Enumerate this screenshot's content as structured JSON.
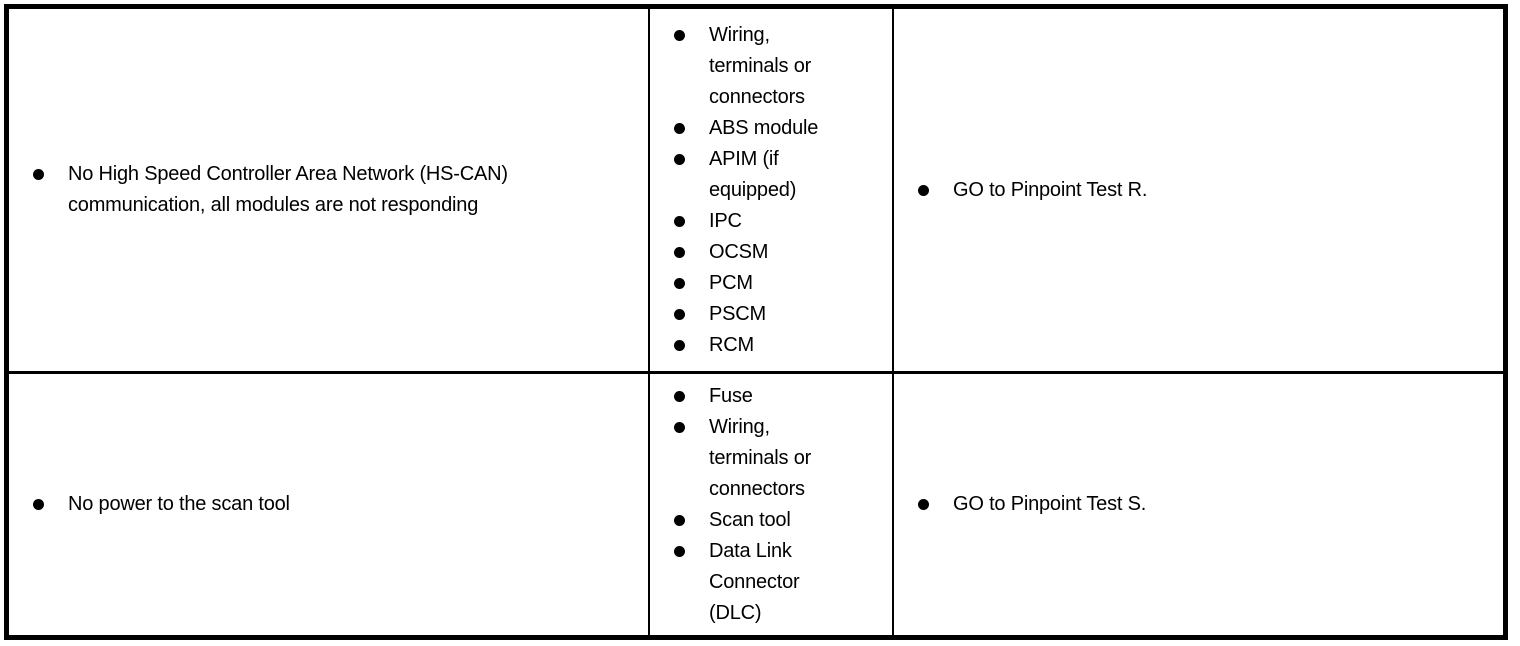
{
  "page": {
    "background_color": "#ffffff",
    "text_color": "#000000",
    "border_color": "#000000",
    "kind": "diagnostic-symptom-chart-table"
  },
  "table": {
    "rows": [
      {
        "symptom": {
          "lines": [
            "No High Speed Controller Area Network (HS-CAN)",
            "communication, all modules are not responding"
          ]
        },
        "possible_sources": [
          {
            "lines": [
              "Wiring,",
              "terminals or",
              "connectors"
            ]
          },
          {
            "lines": [
              "ABS module"
            ]
          },
          {
            "lines": [
              "APIM (if",
              "equipped)"
            ]
          },
          {
            "lines": [
              "IPC"
            ]
          },
          {
            "lines": [
              "OCSM"
            ]
          },
          {
            "lines": [
              "PCM"
            ]
          },
          {
            "lines": [
              "PSCM"
            ]
          },
          {
            "lines": [
              "RCM"
            ]
          }
        ],
        "action": {
          "lines": [
            "GO to Pinpoint Test R."
          ]
        }
      },
      {
        "symptom": {
          "lines": [
            "No power to the scan tool"
          ]
        },
        "possible_sources": [
          {
            "lines": [
              "Fuse"
            ]
          },
          {
            "lines": [
              "Wiring,",
              "terminals or",
              "connectors"
            ]
          },
          {
            "lines": [
              "Scan tool"
            ]
          },
          {
            "lines": [
              "Data Link",
              "Connector",
              "(DLC)"
            ]
          }
        ],
        "action": {
          "lines": [
            "GO to Pinpoint Test S."
          ]
        }
      }
    ]
  }
}
